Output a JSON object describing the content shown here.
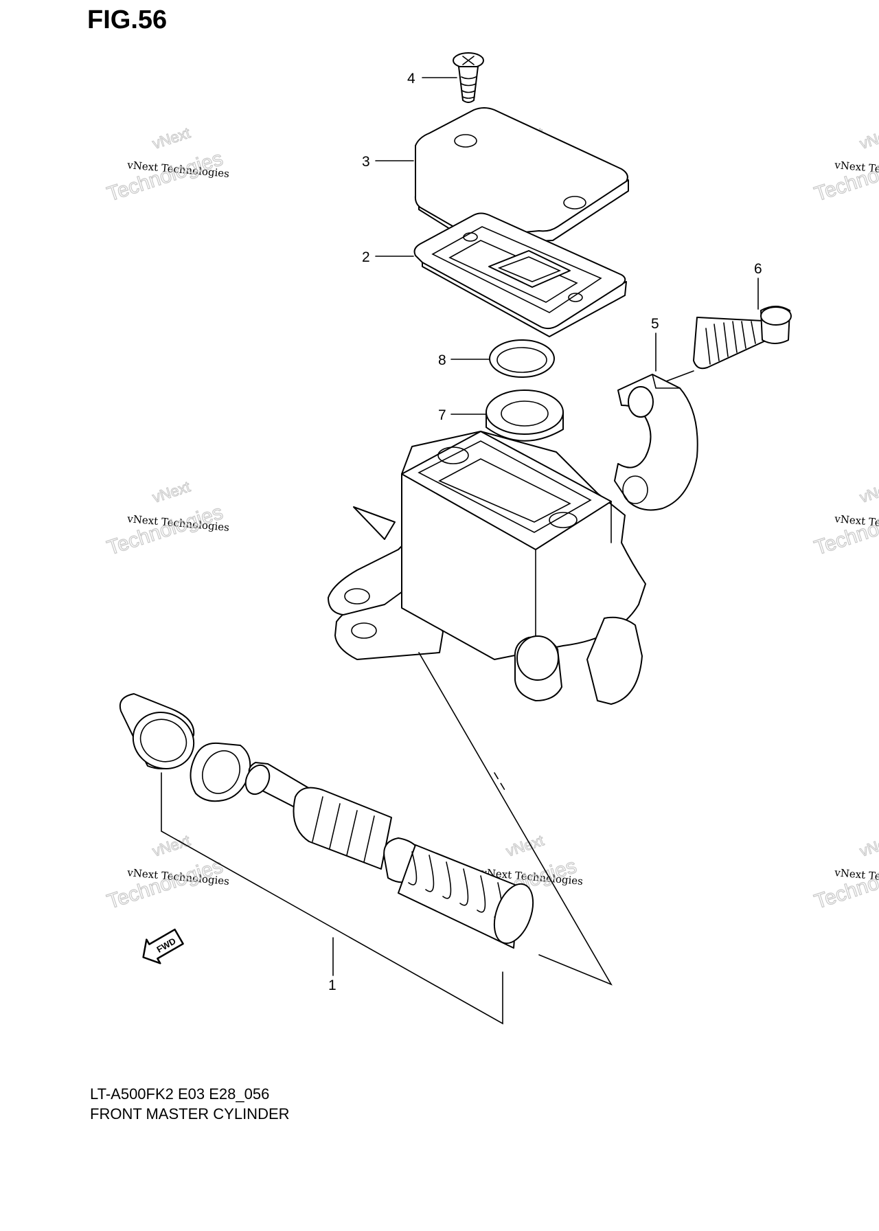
{
  "figure": {
    "title": "FIG.56",
    "model_code": "LT-A500FK2 E03 E28_056",
    "name": "FRONT MASTER CYLINDER"
  },
  "callouts": [
    "1",
    "2",
    "3",
    "4",
    "5",
    "6",
    "7",
    "8"
  ],
  "fwd_badge": "FWD",
  "watermark": {
    "line1": "vNext Technologies",
    "line2": "Technologies",
    "line3": "vNext"
  }
}
